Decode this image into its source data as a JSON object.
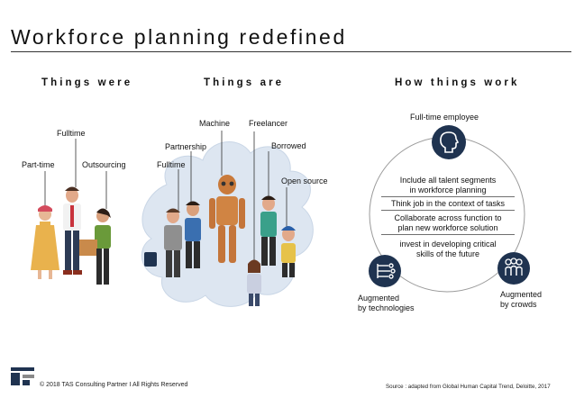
{
  "slide": {
    "title": "Workforce planning redefined"
  },
  "columns": {
    "were": "Things were",
    "are": "Things are",
    "how": "How things work"
  },
  "were_labels": {
    "fulltime": "Fulltime",
    "part_time": "Part-time",
    "outsourcing": "Outsourcing"
  },
  "are_labels": {
    "machine": "Machine",
    "freelancer": "Freelancer",
    "partnership": "Partnership",
    "borrowed": "Borrowed",
    "fulltime": "Fulltime",
    "open_source": "Open source"
  },
  "how": {
    "top_node": "Full-time employee",
    "center_lines": [
      "Include all talent segments",
      "in workforce planning",
      "Think job in the context of tasks",
      "Collaborate across function to",
      "plan new workforce solution",
      "invest  in developing critical",
      "skills of the future"
    ],
    "left_node_line1": "Augmented",
    "left_node_line2": "by technologies",
    "right_node_line1": "Augmented",
    "right_node_line2": "by crowds",
    "colors": {
      "node": "#1f3350",
      "ring": "#9a9a9a"
    }
  },
  "footer": {
    "copyright": "© 2018 TAS Consulting Partner  I  All Rights Reserved",
    "source": "Source  :  adapted from Global Human Capital Trend, Deloitte, 2017"
  }
}
